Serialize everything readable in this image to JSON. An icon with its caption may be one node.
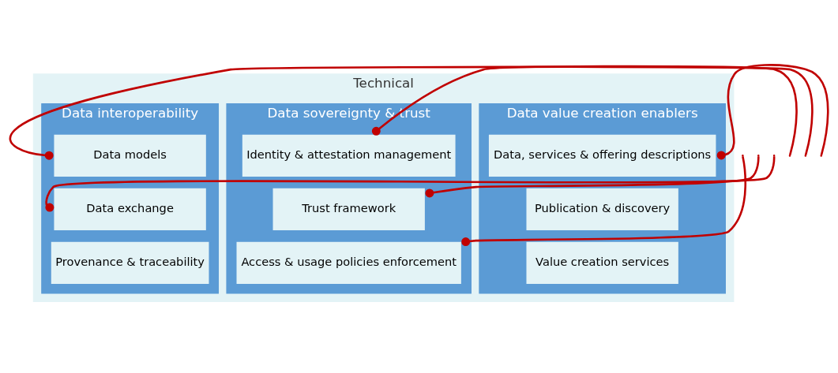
{
  "diagram": {
    "nodes": [
      {
        "text": [
          "Technical"
        ]
      },
      {
        "text": [
          "Data interoperability"
        ],
        "in": 0
      },
      {
        "text": [
          "Data models"
        ],
        "in": 1
      },
      {
        "text": [
          "Data exchange"
        ],
        "in": 1
      },
      {
        "text": [
          "Provenance & traceability"
        ],
        "in": 1
      },
      {
        "text": [
          "Data sovereignty & trust"
        ],
        "in": 0
      },
      {
        "text": [
          "Identity & attestation management"
        ],
        "in": 5
      },
      {
        "text": [
          "Trust framework"
        ],
        "in": 5
      },
      {
        "text": [
          "Access & usage policies enforcement"
        ],
        "in": 5
      },
      {
        "text": [
          "Data value creation enablers"
        ],
        "in": 0
      },
      {
        "text": [
          "Data, services & offering descriptions"
        ],
        "in": 9
      },
      {
        "text": [
          "Publication & discovery"
        ],
        "in": 9
      },
      {
        "text": [
          "Value creation services"
        ],
        "in": 9
      }
    ],
    "edges": [
      {
        "from": null,
        "to": 7,
        "arrow": "other"
      },
      {
        "from": null,
        "to": 6,
        "arrow": "other"
      },
      {
        "from": null,
        "to": 2,
        "arrow": "other"
      },
      {
        "from": null,
        "to": 10,
        "arrow": "other"
      },
      {
        "from": null,
        "to": 3,
        "arrow": "other"
      },
      {
        "from": null,
        "to": 8,
        "arrow": "other"
      }
    ]
  }
}
